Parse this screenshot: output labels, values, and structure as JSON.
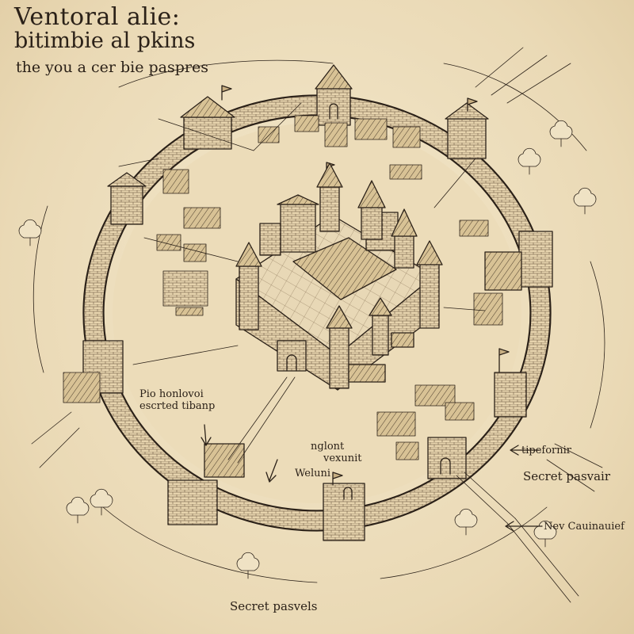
{
  "header": {
    "title_line1": "Ventoral alie:",
    "title_line2": "bitimbie al pkins",
    "subtitle": "the you a cer bie paspres"
  },
  "annotations": {
    "left_note_line1": "Pio honlovoi",
    "left_note_line2": "escrted tibanp",
    "center_note_line1": "nglont",
    "center_note_line2": "vexunit",
    "center_note_line3": "Weluni",
    "right_note_1": "tipefornir",
    "right_note_2": "Secret pasvair",
    "right_note_3": "Nev Cauinauief",
    "bottom_note": "Secret pasvels"
  },
  "icons": {
    "arrow": "arrow-icon",
    "flag": "flag-icon",
    "tree": "tree-icon",
    "tower": "tower-icon"
  },
  "colors": {
    "parchment": "#efe2c4",
    "ink": "#2b2118",
    "shade": "#c9b083"
  }
}
